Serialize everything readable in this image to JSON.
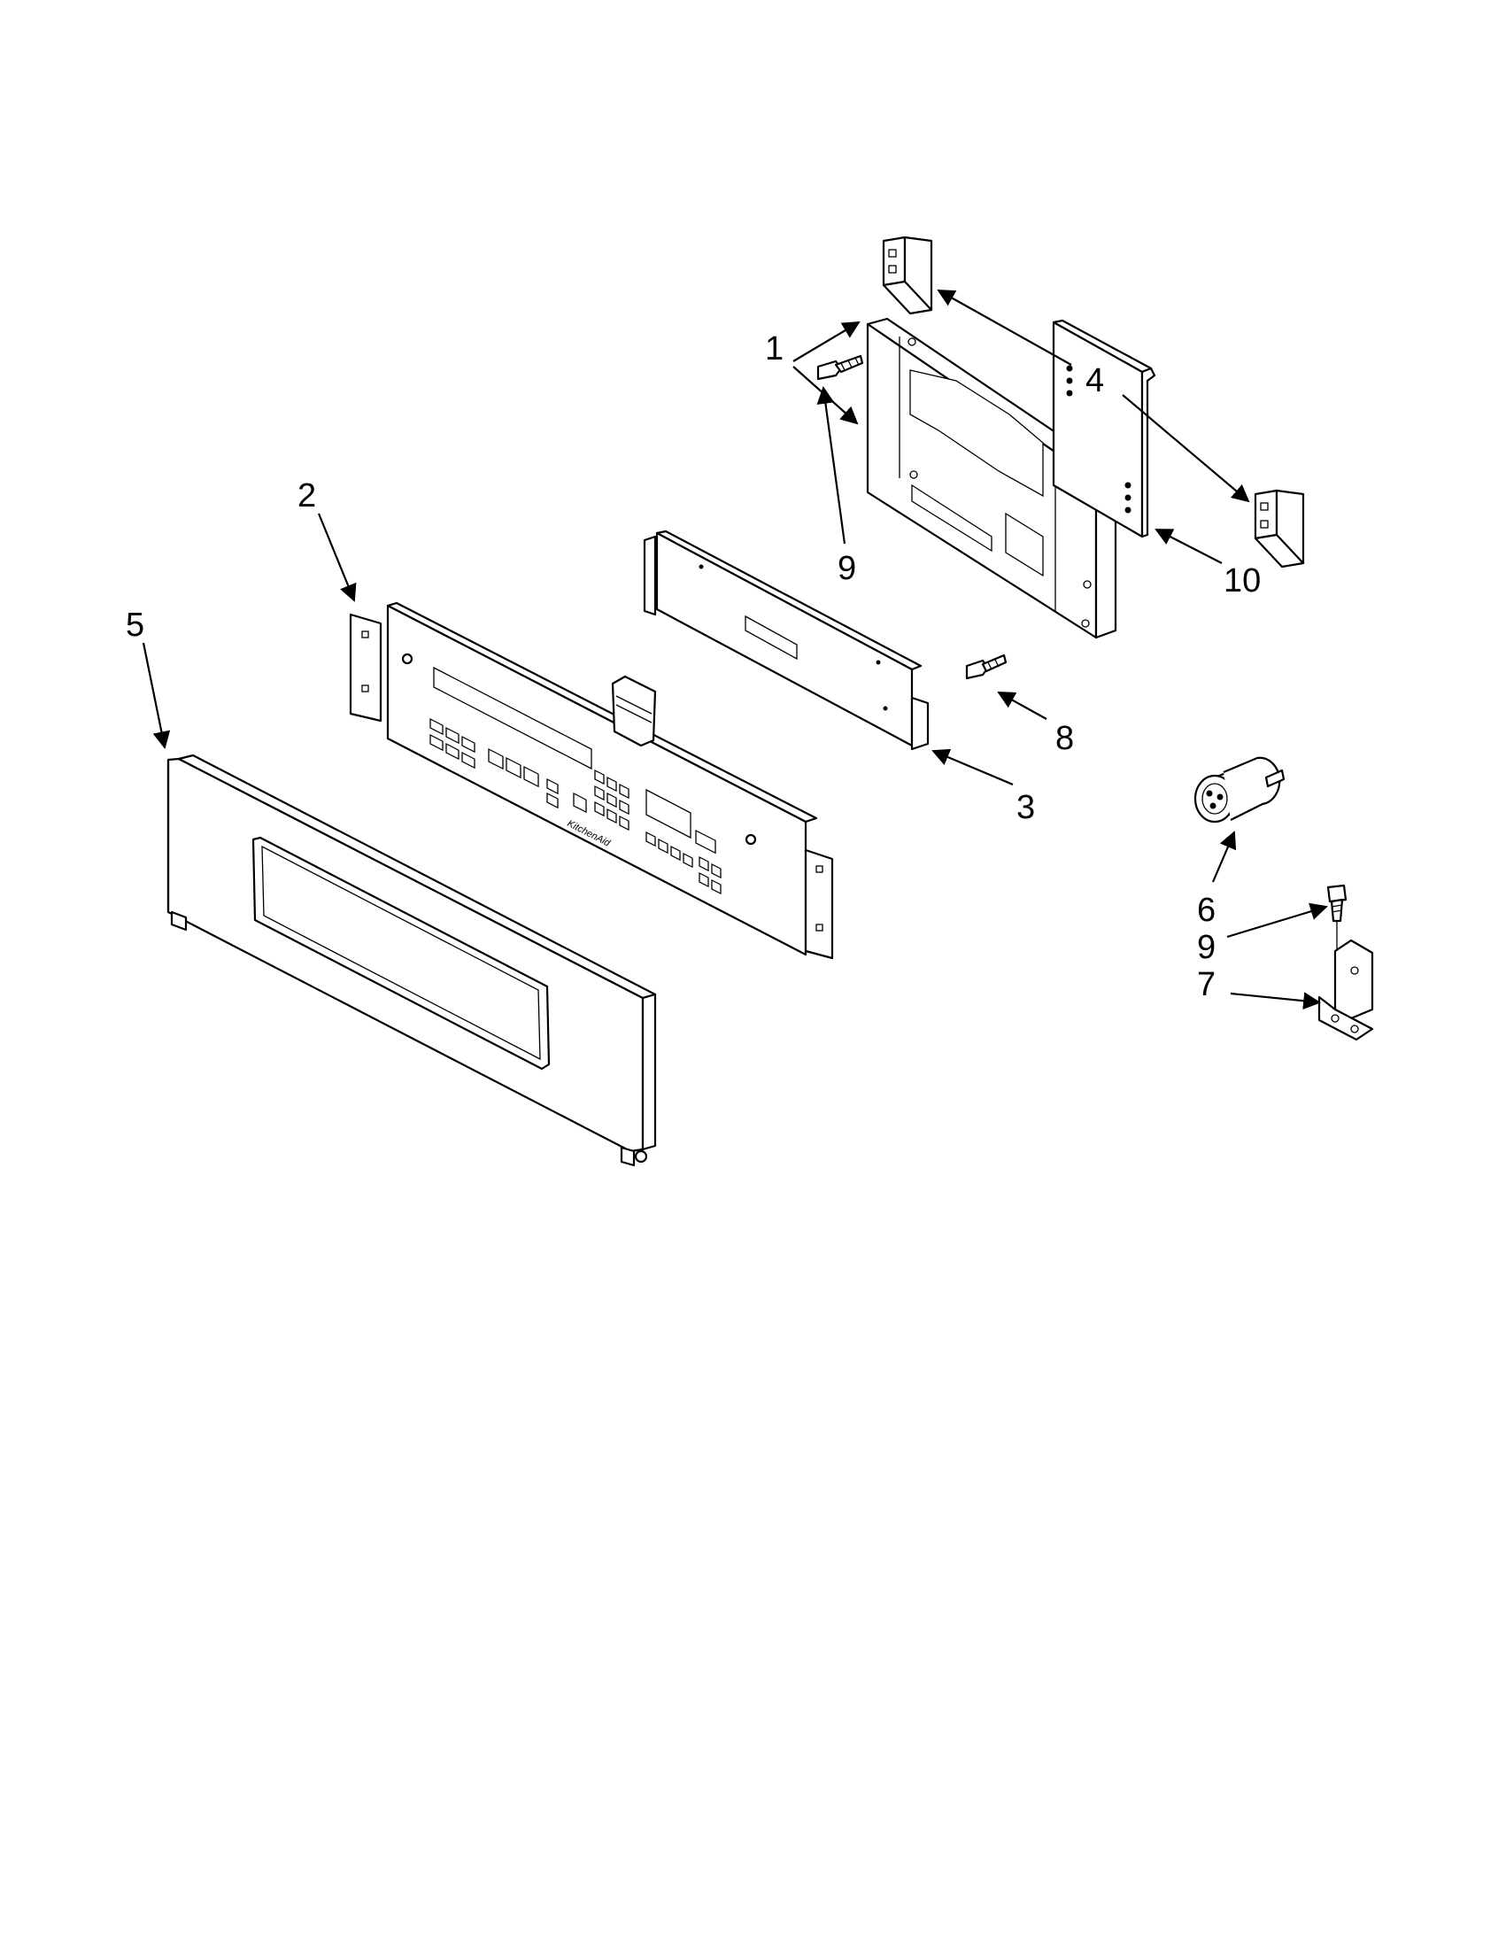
{
  "diagram": {
    "callouts": [
      {
        "id": "c1",
        "label": "1"
      },
      {
        "id": "c2",
        "label": "2"
      },
      {
        "id": "c3",
        "label": "3"
      },
      {
        "id": "c4",
        "label": "4"
      },
      {
        "id": "c5",
        "label": "5"
      },
      {
        "id": "c6",
        "label": "6"
      },
      {
        "id": "c7",
        "label": "7"
      },
      {
        "id": "c8",
        "label": "8"
      },
      {
        "id": "c9a",
        "label": "9"
      },
      {
        "id": "c9b",
        "label": "9"
      },
      {
        "id": "c10",
        "label": "10"
      }
    ],
    "panel_logo": "KitchenAid"
  }
}
